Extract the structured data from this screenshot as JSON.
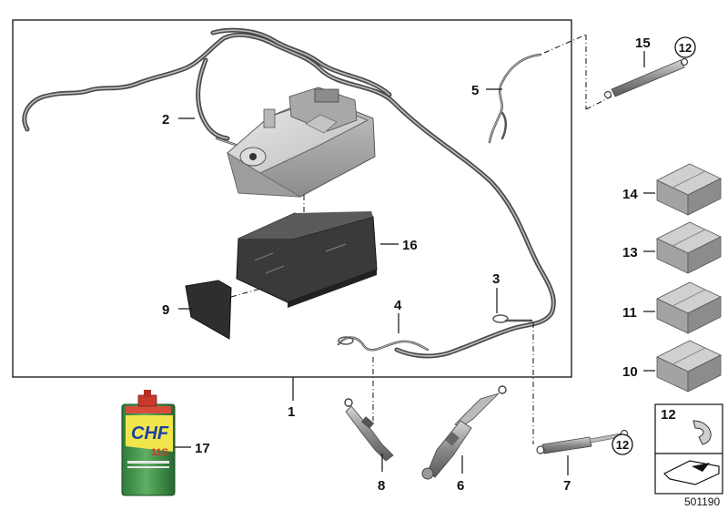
{
  "callouts": {
    "c1": "1",
    "c2": "2",
    "c3": "3",
    "c4": "4",
    "c5": "5",
    "c6": "6",
    "c7": "7",
    "c8": "8",
    "c9": "9",
    "c10": "10",
    "c11": "11",
    "c13": "13",
    "c14": "14",
    "c15": "15",
    "c16": "16",
    "c17": "17"
  },
  "circled": {
    "c12_top": "12",
    "c12_bottom": "12"
  },
  "legend": {
    "c12": "12"
  },
  "can": {
    "brand": "CHF",
    "variant": "11S"
  },
  "reference_number": "501190"
}
